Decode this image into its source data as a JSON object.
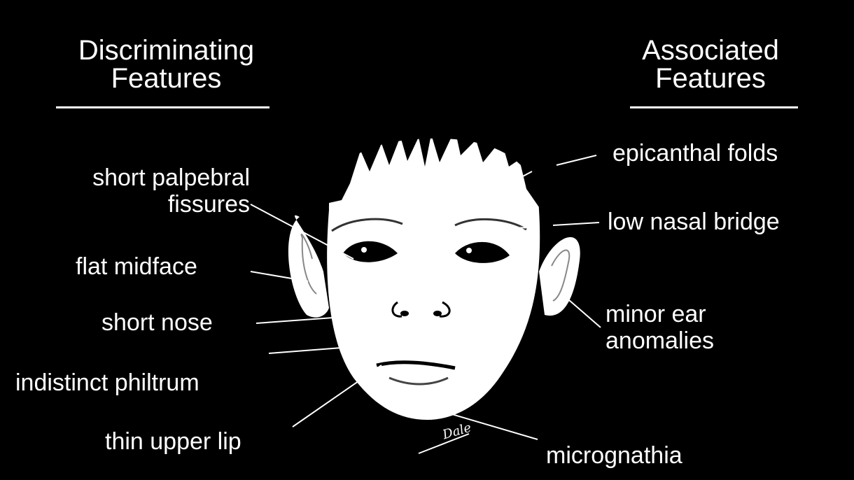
{
  "headers": {
    "left": "Discriminating\nFeatures",
    "right": "Associated\nFeatures"
  },
  "discriminating_features": [
    "short palpebral\nfissures",
    "flat  midface",
    "short nose",
    "indistinct  philtrum",
    "thin upper lip"
  ],
  "associated_features": [
    "epicanthal folds",
    "low nasal bridge",
    "minor ear\nanomalies",
    "micrognathia"
  ],
  "signature": "Dale"
}
